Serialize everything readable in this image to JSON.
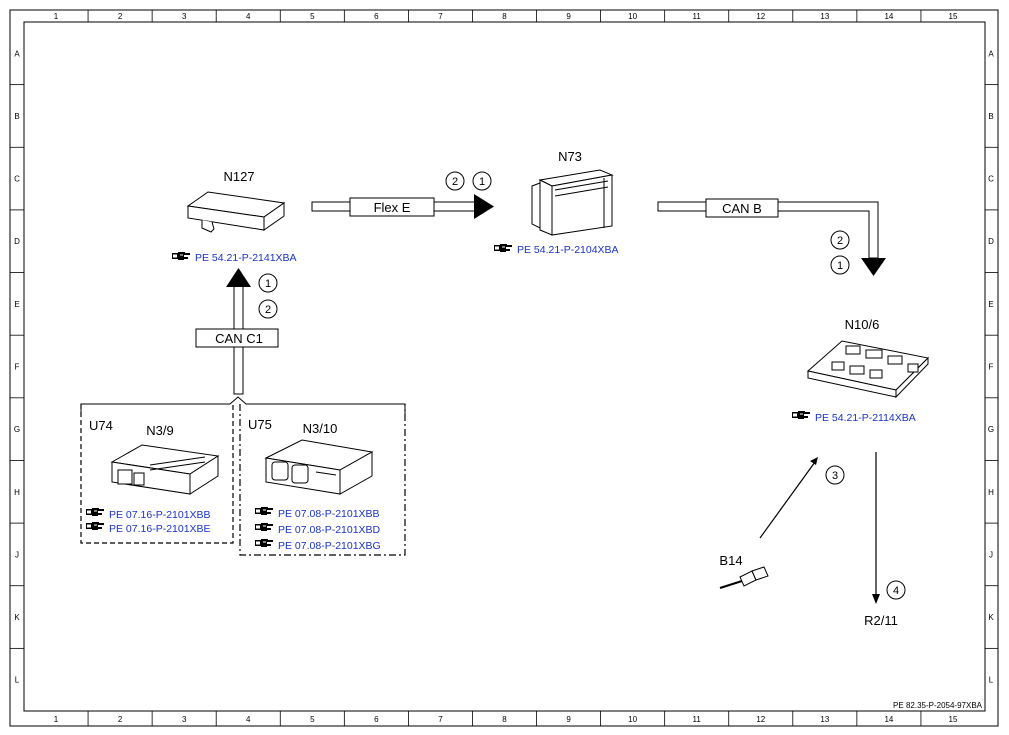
{
  "grid": {
    "columns": [
      "1",
      "2",
      "3",
      "4",
      "5",
      "6",
      "7",
      "8",
      "9",
      "10",
      "11",
      "12",
      "13",
      "14",
      "15"
    ],
    "rows": [
      "A",
      "B",
      "C",
      "D",
      "E",
      "F",
      "G",
      "H",
      "J",
      "K",
      "L"
    ]
  },
  "components": {
    "n127": {
      "label": "N127",
      "ref": "PE 54.21-P-2141XBA"
    },
    "n73": {
      "label": "N73",
      "ref": "PE 54.21-P-2104XBA"
    },
    "n10_6": {
      "label": "N10/6",
      "ref": "PE 54.21-P-2114XBA"
    },
    "u74": {
      "label": "U74",
      "sub_label": "N3/9",
      "refs": [
        "PE 07.16-P-2101XBB",
        "PE 07.16-P-2101XBE"
      ]
    },
    "u75": {
      "label": "U75",
      "sub_label": "N3/10",
      "refs": [
        "PE 07.08-P-2101XBB",
        "PE 07.08-P-2101XBD",
        "PE 07.08-P-2101XBG"
      ]
    },
    "b14": {
      "label": "B14"
    },
    "r2_11": {
      "label": "R2/11"
    }
  },
  "buses": {
    "can_c1": "CAN C1",
    "flex_e": "Flex E",
    "can_b": "CAN B"
  },
  "signals": {
    "flex_e": [
      "2",
      "1"
    ],
    "can_b": [
      "2",
      "1"
    ],
    "can_c1": [
      "1",
      "2"
    ],
    "b14": "3",
    "r2_11": "4"
  },
  "document_id": "PE 82.35-P-2054-97XBA",
  "colors": {
    "reference_link": "#1a33c8",
    "line": "#000000"
  }
}
